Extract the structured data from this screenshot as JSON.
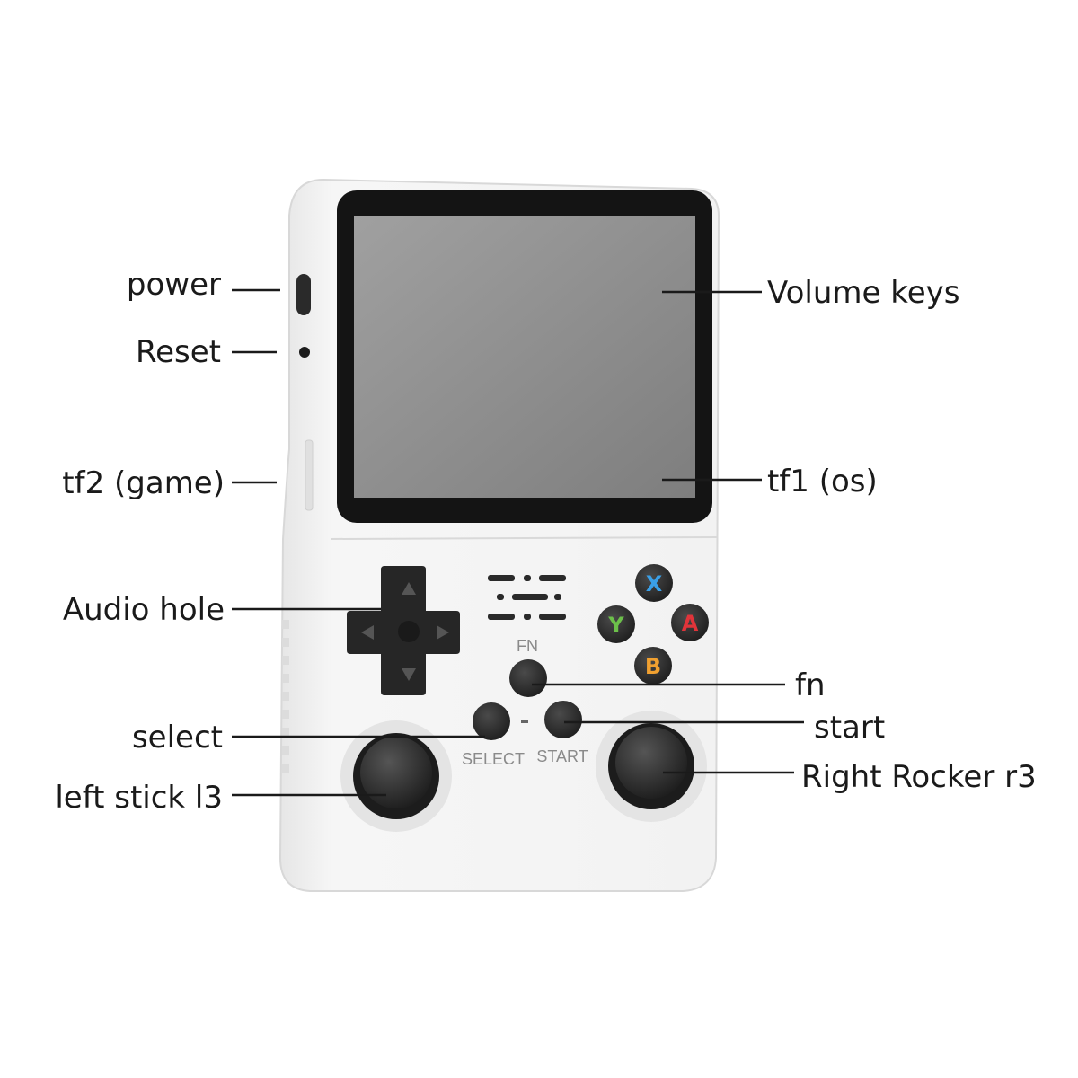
{
  "callouts": {
    "power": "power",
    "reset": "Reset",
    "tf2": "tf2 (game)",
    "audio_hole": "Audio hole",
    "select": "select",
    "left_stick": "left stick l3",
    "volume_keys": "Volume keys",
    "tf1": "tf1 (os)",
    "fn": "fn",
    "start": "start",
    "right_rocker": "Right Rocker r3"
  },
  "device_labels": {
    "fn": "FN",
    "select": "SELECT",
    "start": "START"
  },
  "face_buttons": {
    "x": {
      "letter": "X",
      "color": "#3aa0e8"
    },
    "y": {
      "letter": "Y",
      "color": "#6cc04a"
    },
    "a": {
      "letter": "A",
      "color": "#e0343a"
    },
    "b": {
      "letter": "B",
      "color": "#f0a030"
    }
  },
  "colors": {
    "body": "#f4f4f4",
    "screen_bezel": "#141414",
    "screen": "#8c8c8c",
    "button_dark": "#2a2a2a"
  }
}
